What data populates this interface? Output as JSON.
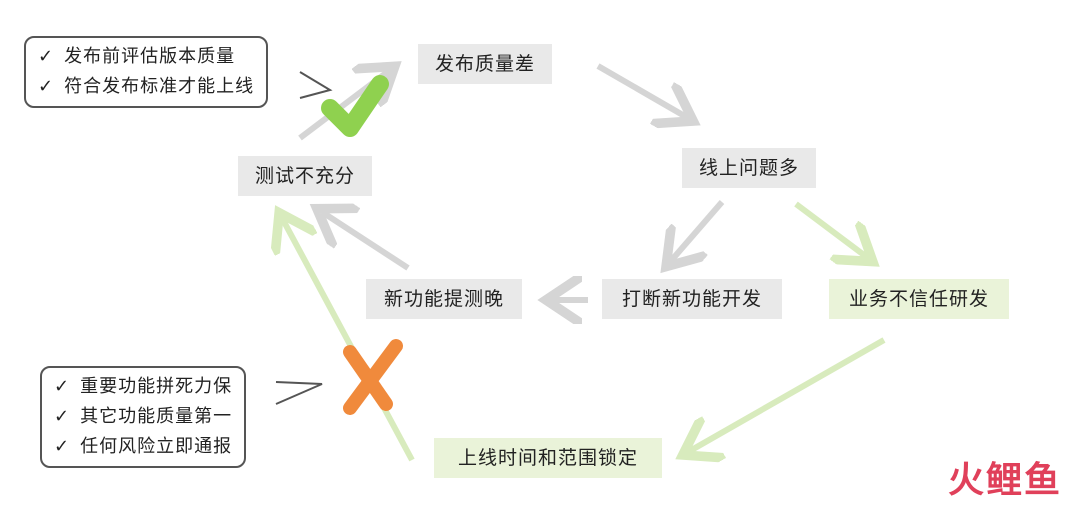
{
  "colors": {
    "gray_node": "#e9e9e9",
    "green_node": "#eaf3d9",
    "gray_arrow": "#d5d5d5",
    "green_arrow": "#d8ebbd",
    "check_green": "#8fd14f",
    "cross_orange": "#f08a3c",
    "brand": "#e0405a"
  },
  "nodes": {
    "fabu_zhiliang_cha": "发布质量差",
    "xianshang_wenti_duo": "线上问题多",
    "daduan_xingongneng": "打断新功能开发",
    "xingongneng_tice_wan": "新功能提测晚",
    "ceshi_buchongfen": "测试不充分",
    "yewu_buxinren": "业务不信任研发",
    "shangxian_suoding": "上线时间和范围锁定"
  },
  "callouts": {
    "top": {
      "mark": "✓",
      "items": [
        "发布前评估版本质量",
        "符合发布标准才能上线"
      ]
    },
    "bottom": {
      "mark": "✓",
      "items": [
        "重要功能拼死力保",
        "其它功能质量第一",
        "任何风险立即通报"
      ]
    }
  },
  "icons": {
    "success": "check-mark-icon",
    "failure": "cross-mark-icon"
  },
  "brand": {
    "text": "火鲤鱼"
  }
}
